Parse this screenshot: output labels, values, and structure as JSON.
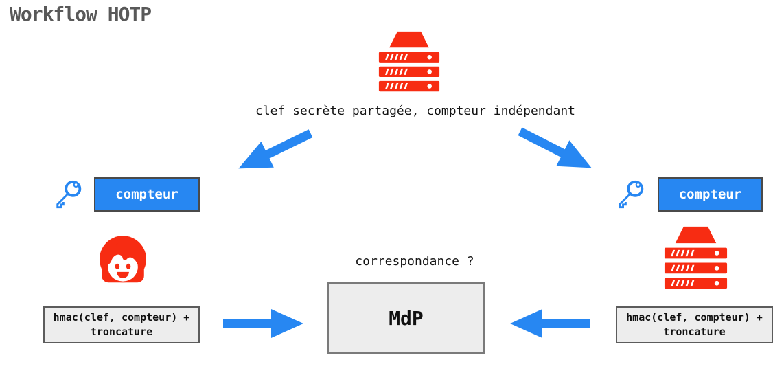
{
  "title": "Workflow HOTP",
  "colors": {
    "accent_red": "#F72C12",
    "accent_blue": "#2787F2",
    "title_gray": "#595959",
    "box_fill": "#EDEDED",
    "counter_text": "#FFFFFF"
  },
  "icons": {
    "top_actor": "server-rack-icon",
    "left_secret": "key-icon",
    "right_secret": "key-icon",
    "left_actor": "woman-face-icon",
    "right_actor": "server-rack-icon"
  },
  "labels": {
    "shared_secret": "clef secrète partagée, compteur indépendant",
    "left_counter": "compteur",
    "right_counter": "compteur",
    "question": "correspondance ?",
    "result": "MdP",
    "left_hmac_line1": "hmac(clef, compteur) +",
    "left_hmac_line2": "troncature",
    "right_hmac_line1": "hmac(clef, compteur) +",
    "right_hmac_line2": "troncature"
  }
}
